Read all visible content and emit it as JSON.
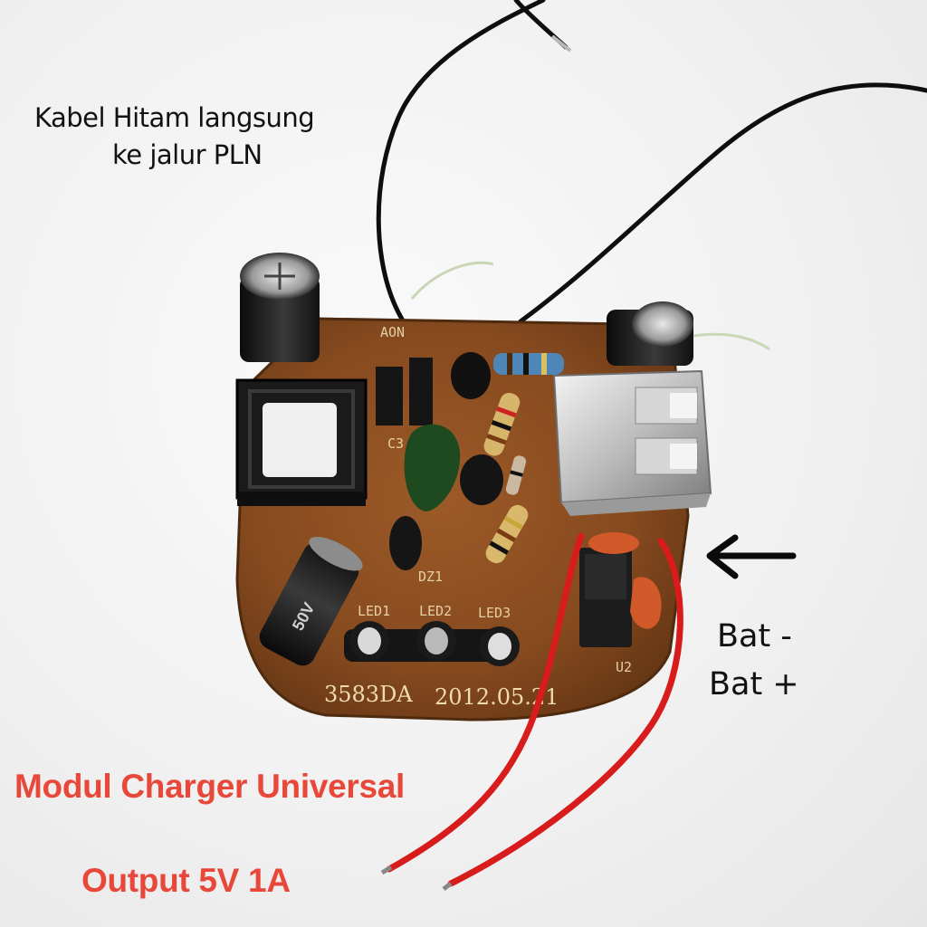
{
  "annotations": {
    "black_wire_line1": "Kabel Hitam langsung",
    "black_wire_line2": "ke jalur PLN",
    "bat_minus": "Bat -",
    "bat_plus": "Bat +",
    "title": "Modul Charger Universal",
    "output": "Output 5V 1A"
  },
  "board_silkscreen": {
    "led1": "LED1",
    "led2": "LED2",
    "led3": "LED3",
    "code": "3583DA",
    "date": "2012.05.21",
    "cap_rating": "50V",
    "c3": "C3",
    "dz1": "DZ1",
    "u2": "U2",
    "aon": "AON"
  },
  "icons": {
    "arrow": "arrow-left-icon"
  },
  "colors": {
    "annotation_text": "#111111",
    "title_red": "#e8483a",
    "pcb": "#8a4e22",
    "wire_red": "#d81b1b",
    "wire_black": "#0e0e0e"
  }
}
